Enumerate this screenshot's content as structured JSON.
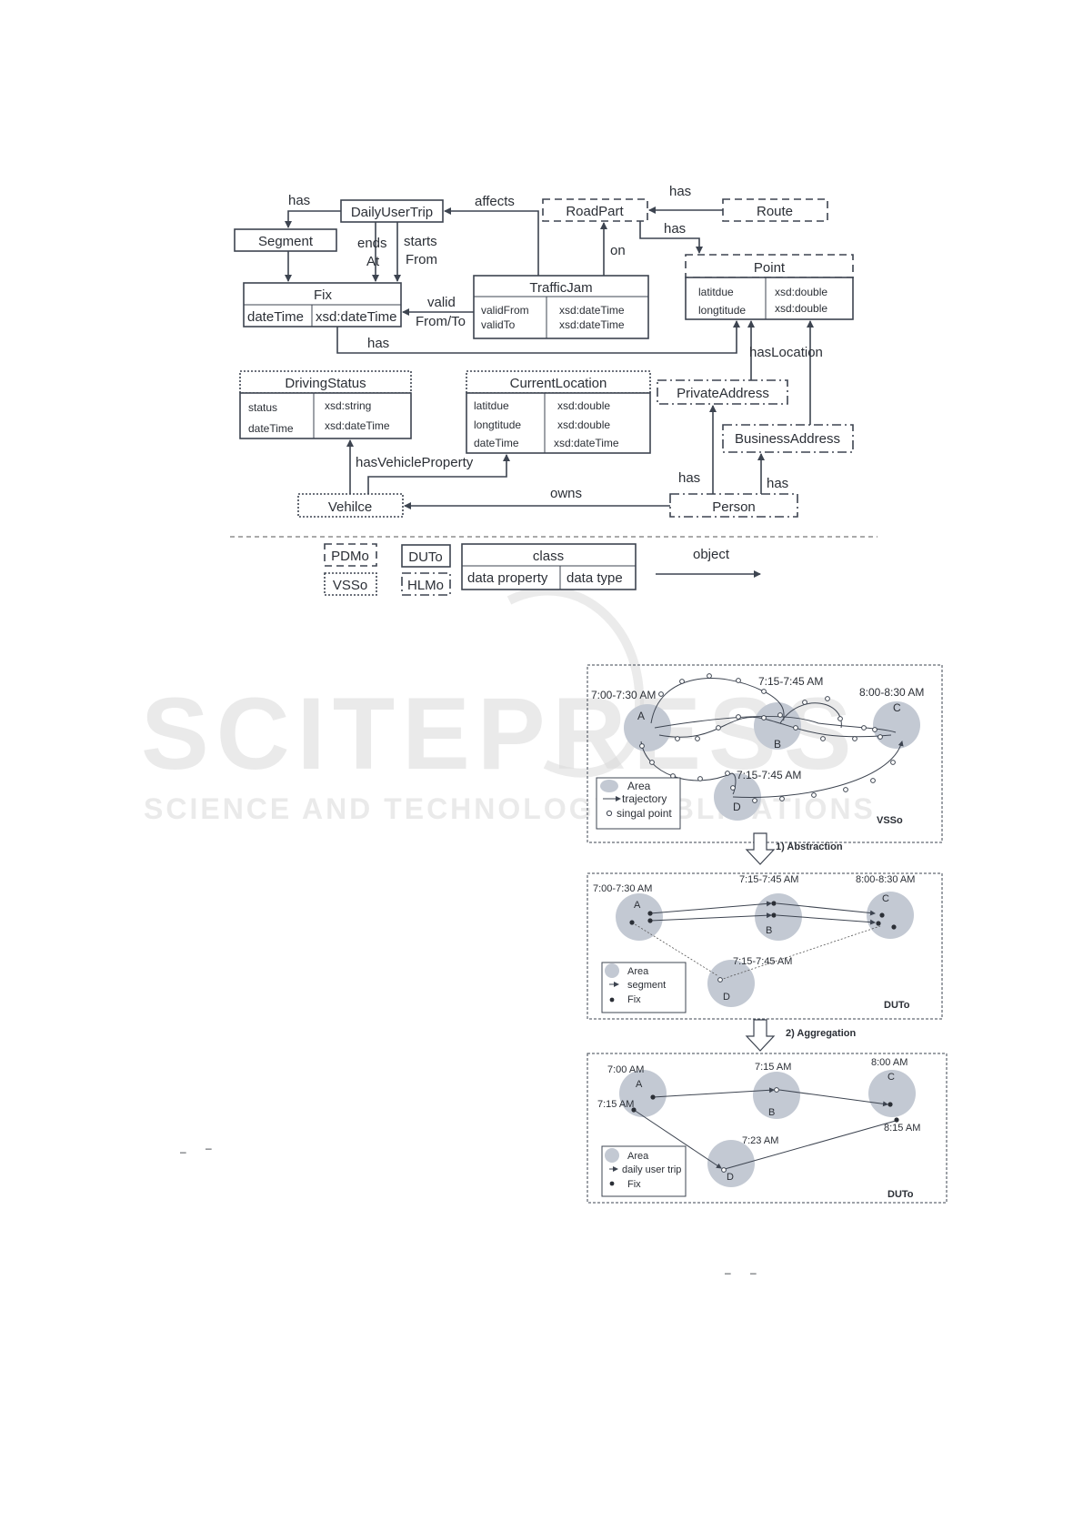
{
  "watermark": {
    "title": "SCITEPRESS",
    "subtitle": "SCIENCE AND TECHNOLOGY PUBLICATIONS"
  },
  "ontology": {
    "classes": {
      "daily_user_trip": "DailyUserTrip",
      "segment": "Segment",
      "fix": "Fix",
      "road_part": "RoadPart",
      "route": "Route",
      "traffic_jam": "TrafficJam",
      "point": "Point",
      "driving_status": "DrivingStatus",
      "current_location": "CurrentLocation",
      "private_address": "PrivateAddress",
      "business_address": "BusinessAddress",
      "vehicle": "Vehilce",
      "person": "Person"
    },
    "properties": {
      "fix": {
        "left": "dateTime",
        "right": "xsd:dateTime"
      },
      "traffic_jam": {
        "left": [
          "validFrom",
          "validTo"
        ],
        "right": [
          "xsd:dateTime",
          "xsd:dateTime"
        ]
      },
      "point": {
        "left": [
          "latitdue",
          "longtitude"
        ],
        "right": [
          "xsd:double",
          "xsd:double"
        ]
      },
      "driving_status": {
        "left": [
          "status",
          "dateTime"
        ],
        "right": [
          "xsd:string",
          "xsd:dateTime"
        ]
      },
      "current_location": {
        "left": [
          "latitdue",
          "longtitude",
          "dateTime"
        ],
        "right": [
          "xsd:double",
          "xsd:double",
          "xsd:dateTime"
        ]
      }
    },
    "edges": {
      "has_segment": "has",
      "affects": "affects",
      "has_road": "has",
      "ends": "ends",
      "at": "At",
      "starts": "starts",
      "from": "From",
      "on": "on",
      "has_point": "has",
      "valid": "valid",
      "from_to": "From/To",
      "fix_has": "has",
      "has_location": "hasLocation",
      "has_vehicle_property": "hasVehicleProperty",
      "owns": "owns",
      "person_has_private": "has",
      "person_has_business": "has"
    }
  },
  "legend": {
    "pdmo": "PDMo",
    "duto": "DUTo",
    "vsso": "VSSo",
    "hlmo": "HLMo",
    "class": "class",
    "data_property": "data property",
    "data_type": "data type",
    "object": "object"
  },
  "panels": {
    "vsso": {
      "name": "VSSo",
      "areas": [
        "A",
        "B",
        "C",
        "D"
      ],
      "times": [
        "7:00-7:30 AM",
        "7:15-7:45 AM",
        "8:00-8:30 AM",
        "7:15-7:45 AM"
      ],
      "legend": [
        "Area",
        "trajectory",
        "singal point"
      ]
    },
    "step1": "1) Abstraction",
    "duto1": {
      "name": "DUTo",
      "areas": [
        "A",
        "B",
        "C",
        "D"
      ],
      "times": [
        "7:00-7:30 AM",
        "7:15-7:45 AM",
        "8:00-8:30 AM",
        "7:15-7:45 AM"
      ],
      "legend": [
        "Area",
        "segment",
        "Fix"
      ]
    },
    "step2": "2) Aggregation",
    "duto2": {
      "name": "DUTo",
      "areas": [
        "A",
        "B",
        "C",
        "D"
      ],
      "times": [
        "7:00 AM",
        "7:15 AM",
        "8:00 AM",
        "7:15 AM",
        "7:23 AM",
        "8:15 AM"
      ],
      "legend": [
        "Area",
        "daily user trip",
        "Fix"
      ]
    }
  },
  "stray_marks": [
    "–",
    "–",
    "–",
    "–"
  ]
}
